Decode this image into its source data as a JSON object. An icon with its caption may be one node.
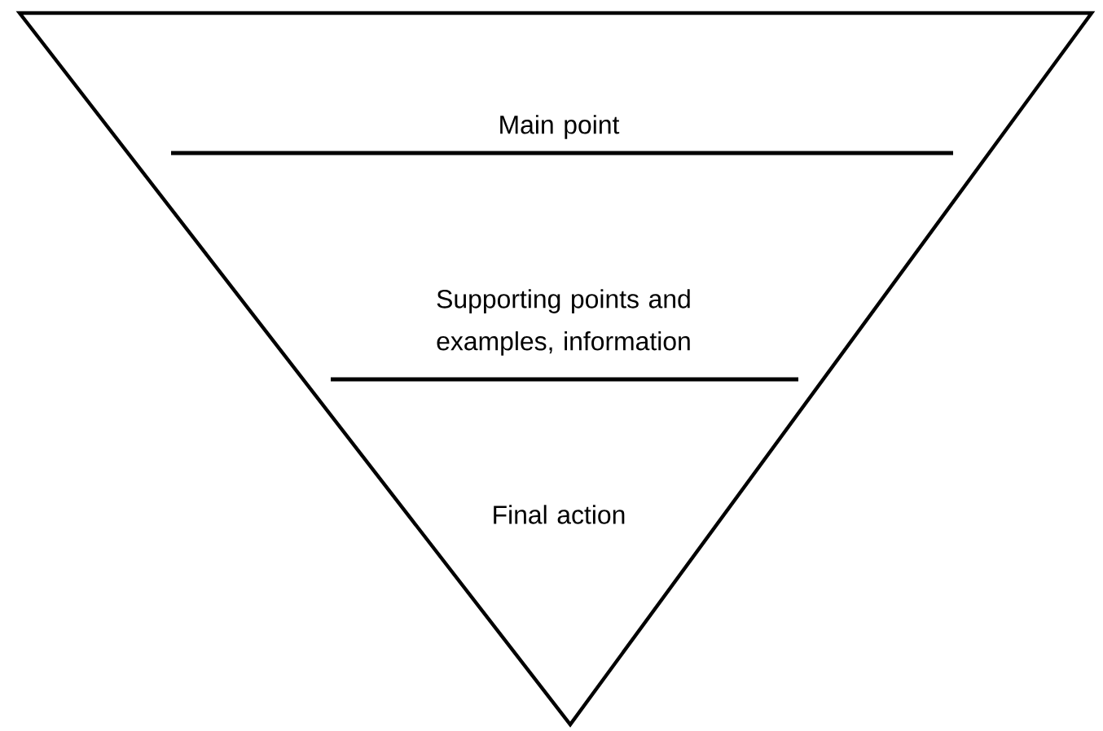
{
  "diagram": {
    "nodes": [
      {
        "text": [
          "Main point",
          "Supporting points and examples, information",
          "Final action"
        ]
      }
    ]
  }
}
